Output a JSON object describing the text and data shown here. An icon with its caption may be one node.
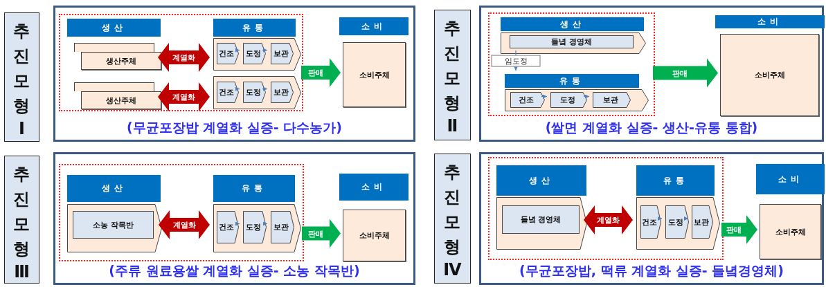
{
  "diagram": {
    "nodes": [
      {
        "text": [
          "추진모형",
          "Ⅰ"
        ]
      },
      {
        "text": [
          "(무균포장밥 계열화 실증- 다수농가)"
        ]
      },
      {
        "text": [],
        "shape": "box",
        "in": 1
      },
      {
        "text": [
          "생산"
        ],
        "in": 2
      },
      {
        "text": [],
        "shape": "box",
        "in": 2
      },
      {
        "text": [
          "생산주체"
        ],
        "in": 2
      },
      {
        "text": [],
        "shape": "box",
        "in": 2
      },
      {
        "text": [
          "생산주체"
        ],
        "in": 2
      },
      {
        "text": [
          "유통"
        ],
        "in": 2
      },
      {
        "text": [],
        "shape": "chevron",
        "in": 2
      },
      {
        "text": [
          "건조"
        ],
        "in": 9
      },
      {
        "text": [
          "도정"
        ],
        "in": 9
      },
      {
        "text": [
          "보관"
        ],
        "in": 9
      },
      {
        "text": [],
        "shape": "chevron",
        "in": 2
      },
      {
        "text": [
          "건조"
        ],
        "in": 13
      },
      {
        "text": [
          "도정"
        ],
        "in": 13
      },
      {
        "text": [
          "보관"
        ],
        "in": 13
      },
      {
        "text": [
          "소비"
        ],
        "in": 1
      },
      {
        "text": [
          "소비주체"
        ],
        "in": 1
      },
      {
        "text": [
          "추진모형",
          "Ⅱ"
        ]
      },
      {
        "text": [
          "(쌀면 계열화 실증- 생산-유통 통합)"
        ]
      },
      {
        "text": [],
        "shape": "box",
        "in": 20
      },
      {
        "text": [
          "생산"
        ],
        "in": 21
      },
      {
        "text": [],
        "shape": "chevron",
        "in": 21
      },
      {
        "text": [
          "들녘 경영체"
        ],
        "in": 23
      },
      {
        "text": [
          "유통"
        ],
        "in": 21
      },
      {
        "text": [],
        "shape": "chevron",
        "in": 21
      },
      {
        "text": [
          "건조"
        ],
        "in": 26
      },
      {
        "text": [
          "도정"
        ],
        "in": 26
      },
      {
        "text": [
          "보관"
        ],
        "in": 26
      },
      {
        "text": [
          "소비"
        ],
        "in": 20
      },
      {
        "text": [
          "소비주체"
        ],
        "in": 20
      },
      {
        "text": [
          "추진모형",
          "Ⅲ"
        ]
      },
      {
        "text": [
          "(주류 원료용쌀 계열화 실증- 소농 작목반)"
        ]
      },
      {
        "text": [],
        "shape": "box",
        "in": 33
      },
      {
        "text": [
          "생산"
        ],
        "in": 34
      },
      {
        "text": [],
        "shape": "chevron",
        "in": 34
      },
      {
        "text": [
          "소농 작목반"
        ],
        "in": 36
      },
      {
        "text": [
          "유통"
        ],
        "in": 34
      },
      {
        "text": [],
        "shape": "chevron",
        "in": 34
      },
      {
        "text": [
          "건조"
        ],
        "in": 39
      },
      {
        "text": [
          "도정"
        ],
        "in": 39
      },
      {
        "text": [
          "보관"
        ],
        "in": 39
      },
      {
        "text": [
          "소비"
        ],
        "in": 33
      },
      {
        "text": [
          "소비주체"
        ],
        "in": 33
      },
      {
        "text": [
          "추진모형",
          "Ⅳ"
        ]
      },
      {
        "text": [
          "(무균포장밥, 떡류 계열화 실증- 들녘경영체)"
        ]
      },
      {
        "text": [],
        "shape": "box",
        "in": 46
      },
      {
        "text": [
          "생산"
        ],
        "in": 47
      },
      {
        "text": [],
        "shape": "chevron",
        "in": 47
      },
      {
        "text": [
          "들녘 경영체"
        ],
        "in": 49
      },
      {
        "text": [
          "유통"
        ],
        "in": 47
      },
      {
        "text": [],
        "shape": "chevron",
        "in": 47
      },
      {
        "text": [
          "건조"
        ],
        "in": 52
      },
      {
        "text": [
          "도정"
        ],
        "in": 52
      },
      {
        "text": [
          "보관"
        ],
        "in": 52
      },
      {
        "text": [
          "소비"
        ],
        "in": 46
      },
      {
        "text": [
          "소비주체"
        ],
        "in": 46
      }
    ],
    "edges": [
      {
        "from": 5,
        "to": 9,
        "arrow": "both",
        "label": "계열화",
        "style": "thick",
        "color": "#c00000"
      },
      {
        "from": 7,
        "to": 13,
        "arrow": "both",
        "label": "계열화",
        "style": "thick",
        "color": "#c00000"
      },
      {
        "from": 10,
        "to": 11,
        "arrow": "to"
      },
      {
        "from": 11,
        "to": 12,
        "arrow": "to"
      },
      {
        "from": 14,
        "to": 15,
        "arrow": "to"
      },
      {
        "from": 15,
        "to": 16,
        "arrow": "to"
      },
      {
        "from": 2,
        "to": 18,
        "arrow": "to",
        "label": "판매",
        "style": "thick",
        "color": "#00b050"
      },
      {
        "from": 23,
        "to": 25,
        "arrow": "to",
        "label": "임도정"
      },
      {
        "from": 27,
        "to": 28,
        "arrow": "to"
      },
      {
        "from": 28,
        "to": 29,
        "arrow": "to"
      },
      {
        "from": 21,
        "to": 31,
        "arrow": "to",
        "label": "판매",
        "style": "thick",
        "color": "#00b050"
      },
      {
        "from": 36,
        "to": 39,
        "arrow": "both",
        "label": "계열화",
        "style": "thick",
        "color": "#c00000"
      },
      {
        "from": 40,
        "to": 41,
        "arrow": "to"
      },
      {
        "from": 41,
        "to": 42,
        "arrow": "to"
      },
      {
        "from": 34,
        "to": 44,
        "arrow": "to",
        "label": "판매",
        "style": "thick",
        "color": "#00b050"
      },
      {
        "from": 49,
        "to": 52,
        "arrow": "both",
        "label": "계열화",
        "style": "thick",
        "color": "#c00000"
      },
      {
        "from": 53,
        "to": 54,
        "arrow": "to"
      },
      {
        "from": 54,
        "to": 55,
        "arrow": "to"
      },
      {
        "from": 47,
        "to": 57,
        "arrow": "to",
        "label": "판매",
        "style": "thick",
        "color": "#00b050"
      }
    ]
  }
}
